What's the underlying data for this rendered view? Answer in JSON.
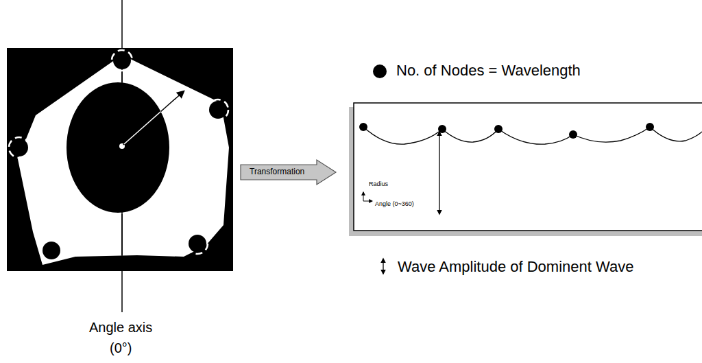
{
  "diagram": {
    "nodes": [
      {
        "text": [
          "Transformation"
        ]
      },
      {
        "text": [
          "Radius",
          "Angle (0~360)"
        ]
      }
    ],
    "labels": [
      "Angle axis",
      "(0°)"
    ],
    "legend": [
      {
        "text": "No. of Nodes = Wavelength"
      },
      {
        "text": "Wave Amplitude of Dominent Wave"
      }
    ]
  }
}
